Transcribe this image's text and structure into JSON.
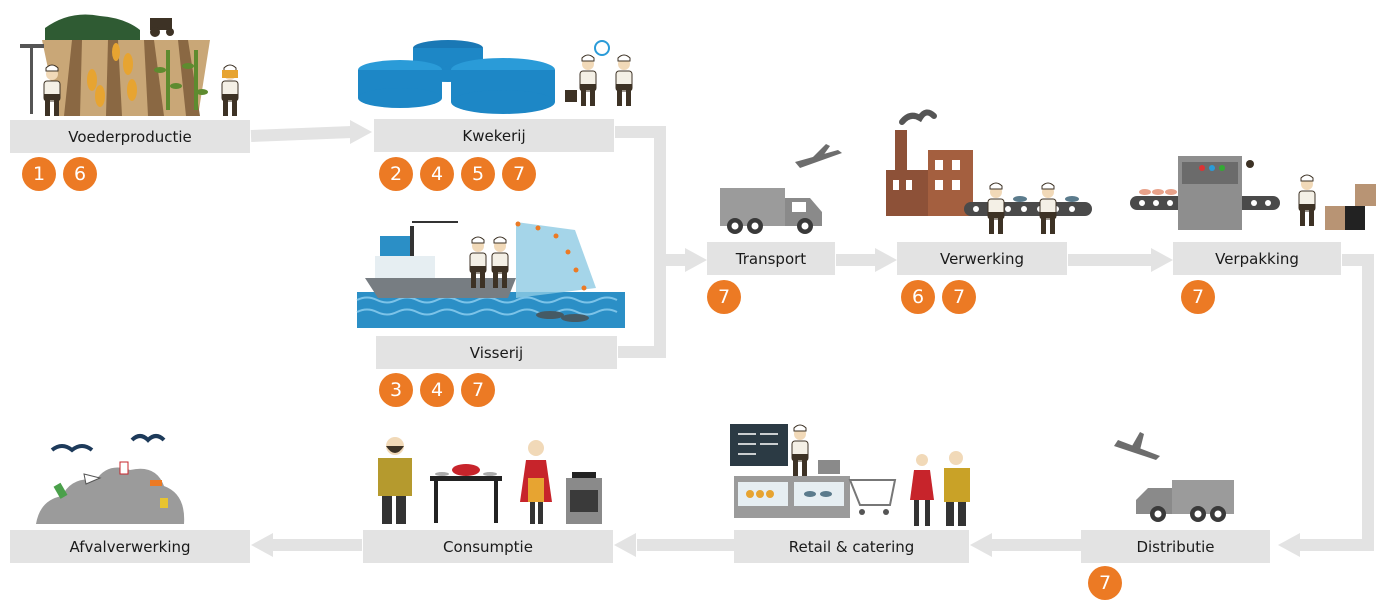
{
  "stages": {
    "voederproductie": {
      "label": "Voederproductie",
      "badges": [
        "1",
        "6"
      ]
    },
    "kwekerij": {
      "label": "Kwekerij",
      "badges": [
        "2",
        "4",
        "5",
        "7"
      ]
    },
    "visserij": {
      "label": "Visserij",
      "badges": [
        "3",
        "4",
        "7"
      ]
    },
    "transport": {
      "label": "Transport",
      "badges": [
        "7"
      ]
    },
    "verwerking": {
      "label": "Verwerking",
      "badges": [
        "6",
        "7"
      ]
    },
    "verpakking": {
      "label": "Verpakking",
      "badges": [
        "7"
      ]
    },
    "distributie": {
      "label": "Distributie",
      "badges": [
        "7"
      ]
    },
    "retail": {
      "label": "Retail & catering",
      "badges": []
    },
    "consumptie": {
      "label": "Consumptie",
      "badges": []
    },
    "afvalverwerking": {
      "label": "Afvalverwerking",
      "badges": []
    }
  },
  "colors": {
    "badge": "#ec7a24",
    "stage_box": "#e3e3e3",
    "flow_arrow": "#e3e3e3",
    "worker_clothing": "#3d3225",
    "water": "#2b8fc6",
    "fish_tank": "#1d87c6",
    "factory_brick": "#8d5138",
    "truck": "#9b9b9b"
  }
}
